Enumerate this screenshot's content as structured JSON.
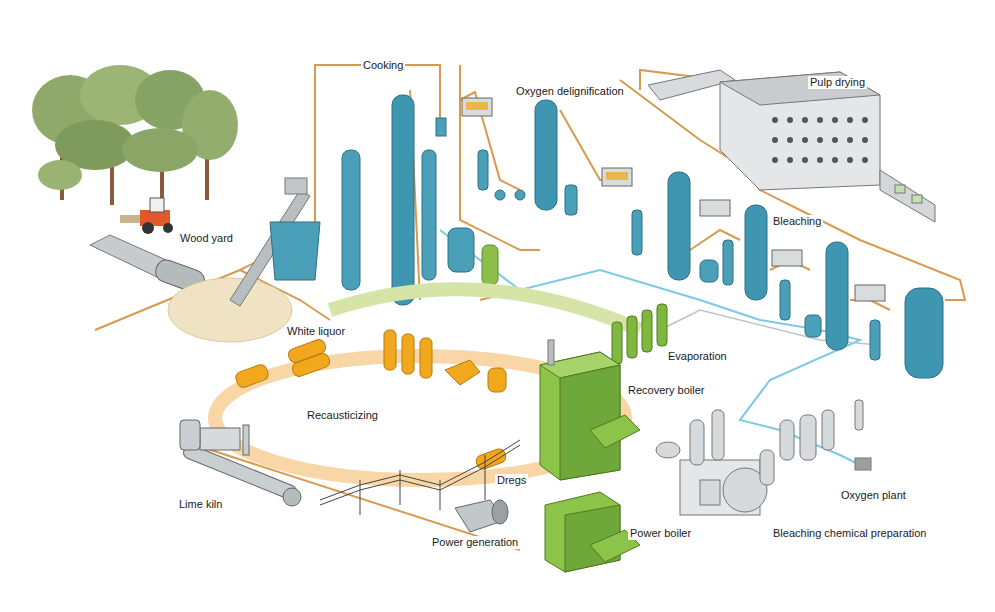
{
  "diagram": {
    "labels": [
      "Cooking",
      "Oxygen delignification",
      "Pulp drying",
      "Wood yard",
      "Bleaching",
      "White liquor",
      "Evaporation",
      "Recausticizing",
      "Recovery boiler",
      "Lime kiln",
      "Dregs",
      "Oxygen plant",
      "Power generation",
      "Power boiler",
      "Bleaching chemical preparation"
    ]
  }
}
